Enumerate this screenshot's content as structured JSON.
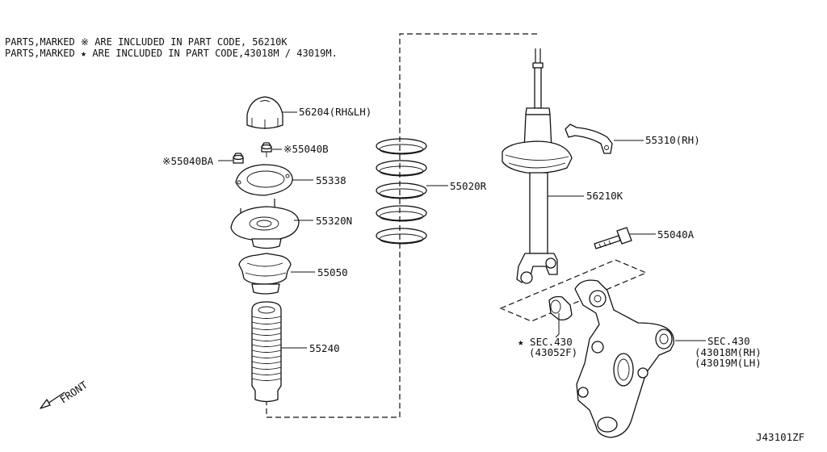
{
  "notes": [
    "PARTS,MARKED ※ ARE INCLUDED IN PART CODE,   56210K",
    "PARTS,MARKED ★ ARE INCLUDED IN PART CODE,43018M / 43019M."
  ],
  "callouts": {
    "cap": "56204(RH&LH)",
    "nut_b": "※55040B",
    "nut_ba": "※55040BA",
    "plate": "55338",
    "mount": "55320N",
    "bumper": "55050",
    "boot": "55240",
    "spring": "55020R",
    "bracket": "55310(RH)",
    "strut": "56210K",
    "bolt": "55040A",
    "bushing_sec": "★ SEC.430",
    "bushing_code": "(43052F)",
    "knuckle_sec": "SEC.430",
    "knuckle_rh": "(43018M(RH)",
    "knuckle_lh": "(43019M(LH)"
  },
  "front_label": "FRONT",
  "figure_code": "J43101ZF"
}
